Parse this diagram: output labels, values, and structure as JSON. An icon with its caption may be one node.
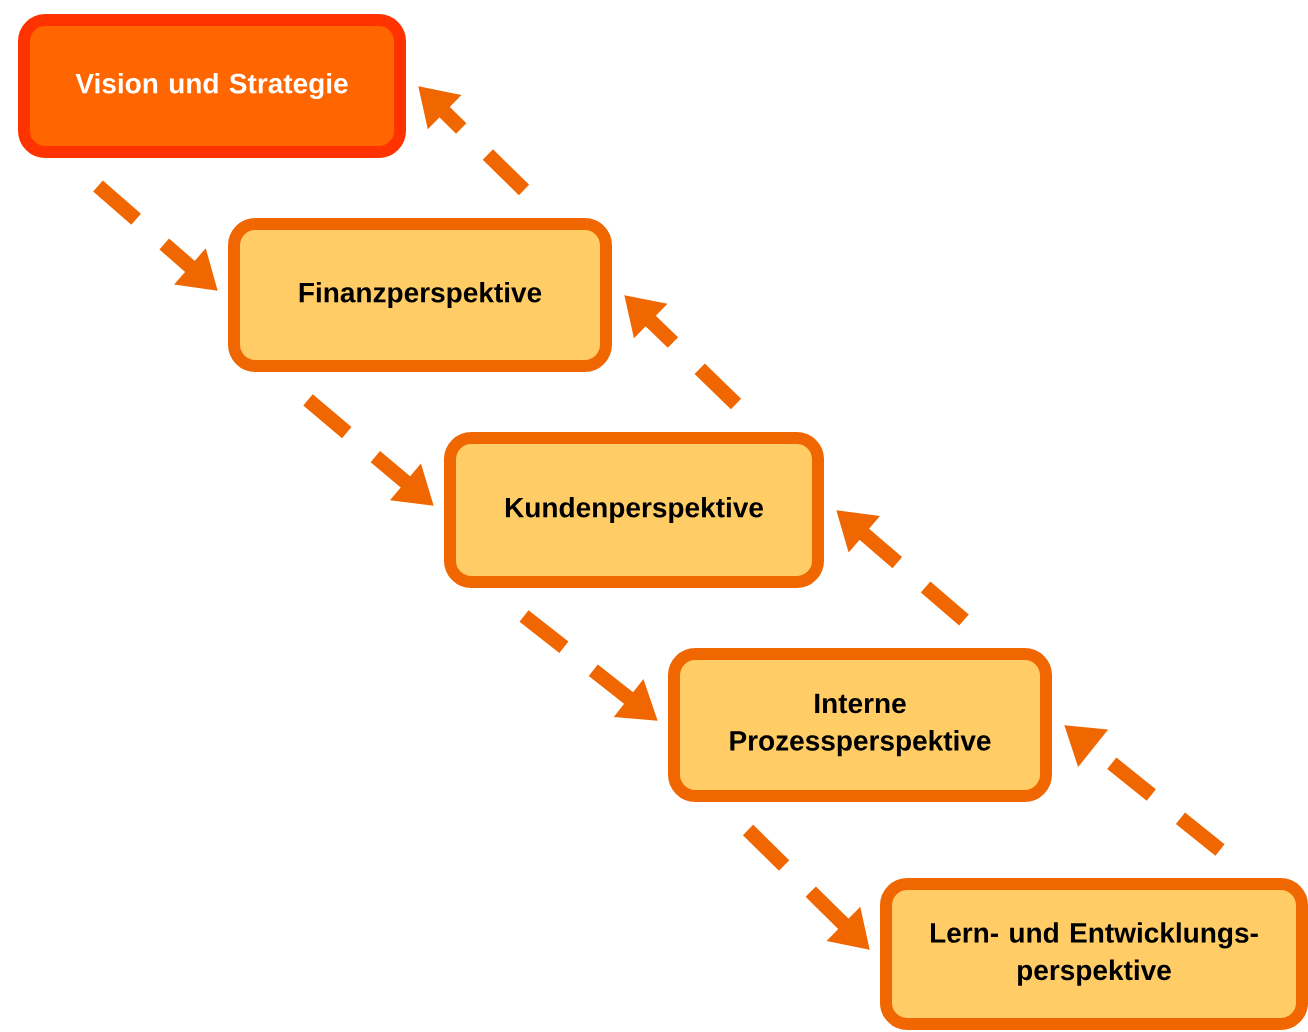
{
  "diagram": {
    "nodes": [
      {
        "text": [
          "Vision und Strategie"
        ]
      },
      {
        "text": [
          "Finanzperspektive"
        ]
      },
      {
        "text": [
          "Kundenperspektive"
        ]
      },
      {
        "text": [
          "Interne Prozessperspektive"
        ]
      },
      {
        "text": [
          "Lern- und Entwicklungs-perspektive"
        ]
      }
    ],
    "edges": [
      {
        "from": 0,
        "to": 1,
        "arrow": "to",
        "style": "dashed"
      },
      {
        "from": 1,
        "to": 0,
        "arrow": "to",
        "style": "dashed"
      },
      {
        "from": 1,
        "to": 2,
        "arrow": "to",
        "style": "dashed"
      },
      {
        "from": 2,
        "to": 1,
        "arrow": "to",
        "style": "dashed"
      },
      {
        "from": 2,
        "to": 3,
        "arrow": "to",
        "style": "dashed"
      },
      {
        "from": 3,
        "to": 2,
        "arrow": "to",
        "style": "dashed"
      },
      {
        "from": 3,
        "to": 4,
        "arrow": "to",
        "style": "dashed"
      },
      {
        "from": 4,
        "to": 3,
        "arrow": "to",
        "style": "dashed"
      }
    ]
  }
}
